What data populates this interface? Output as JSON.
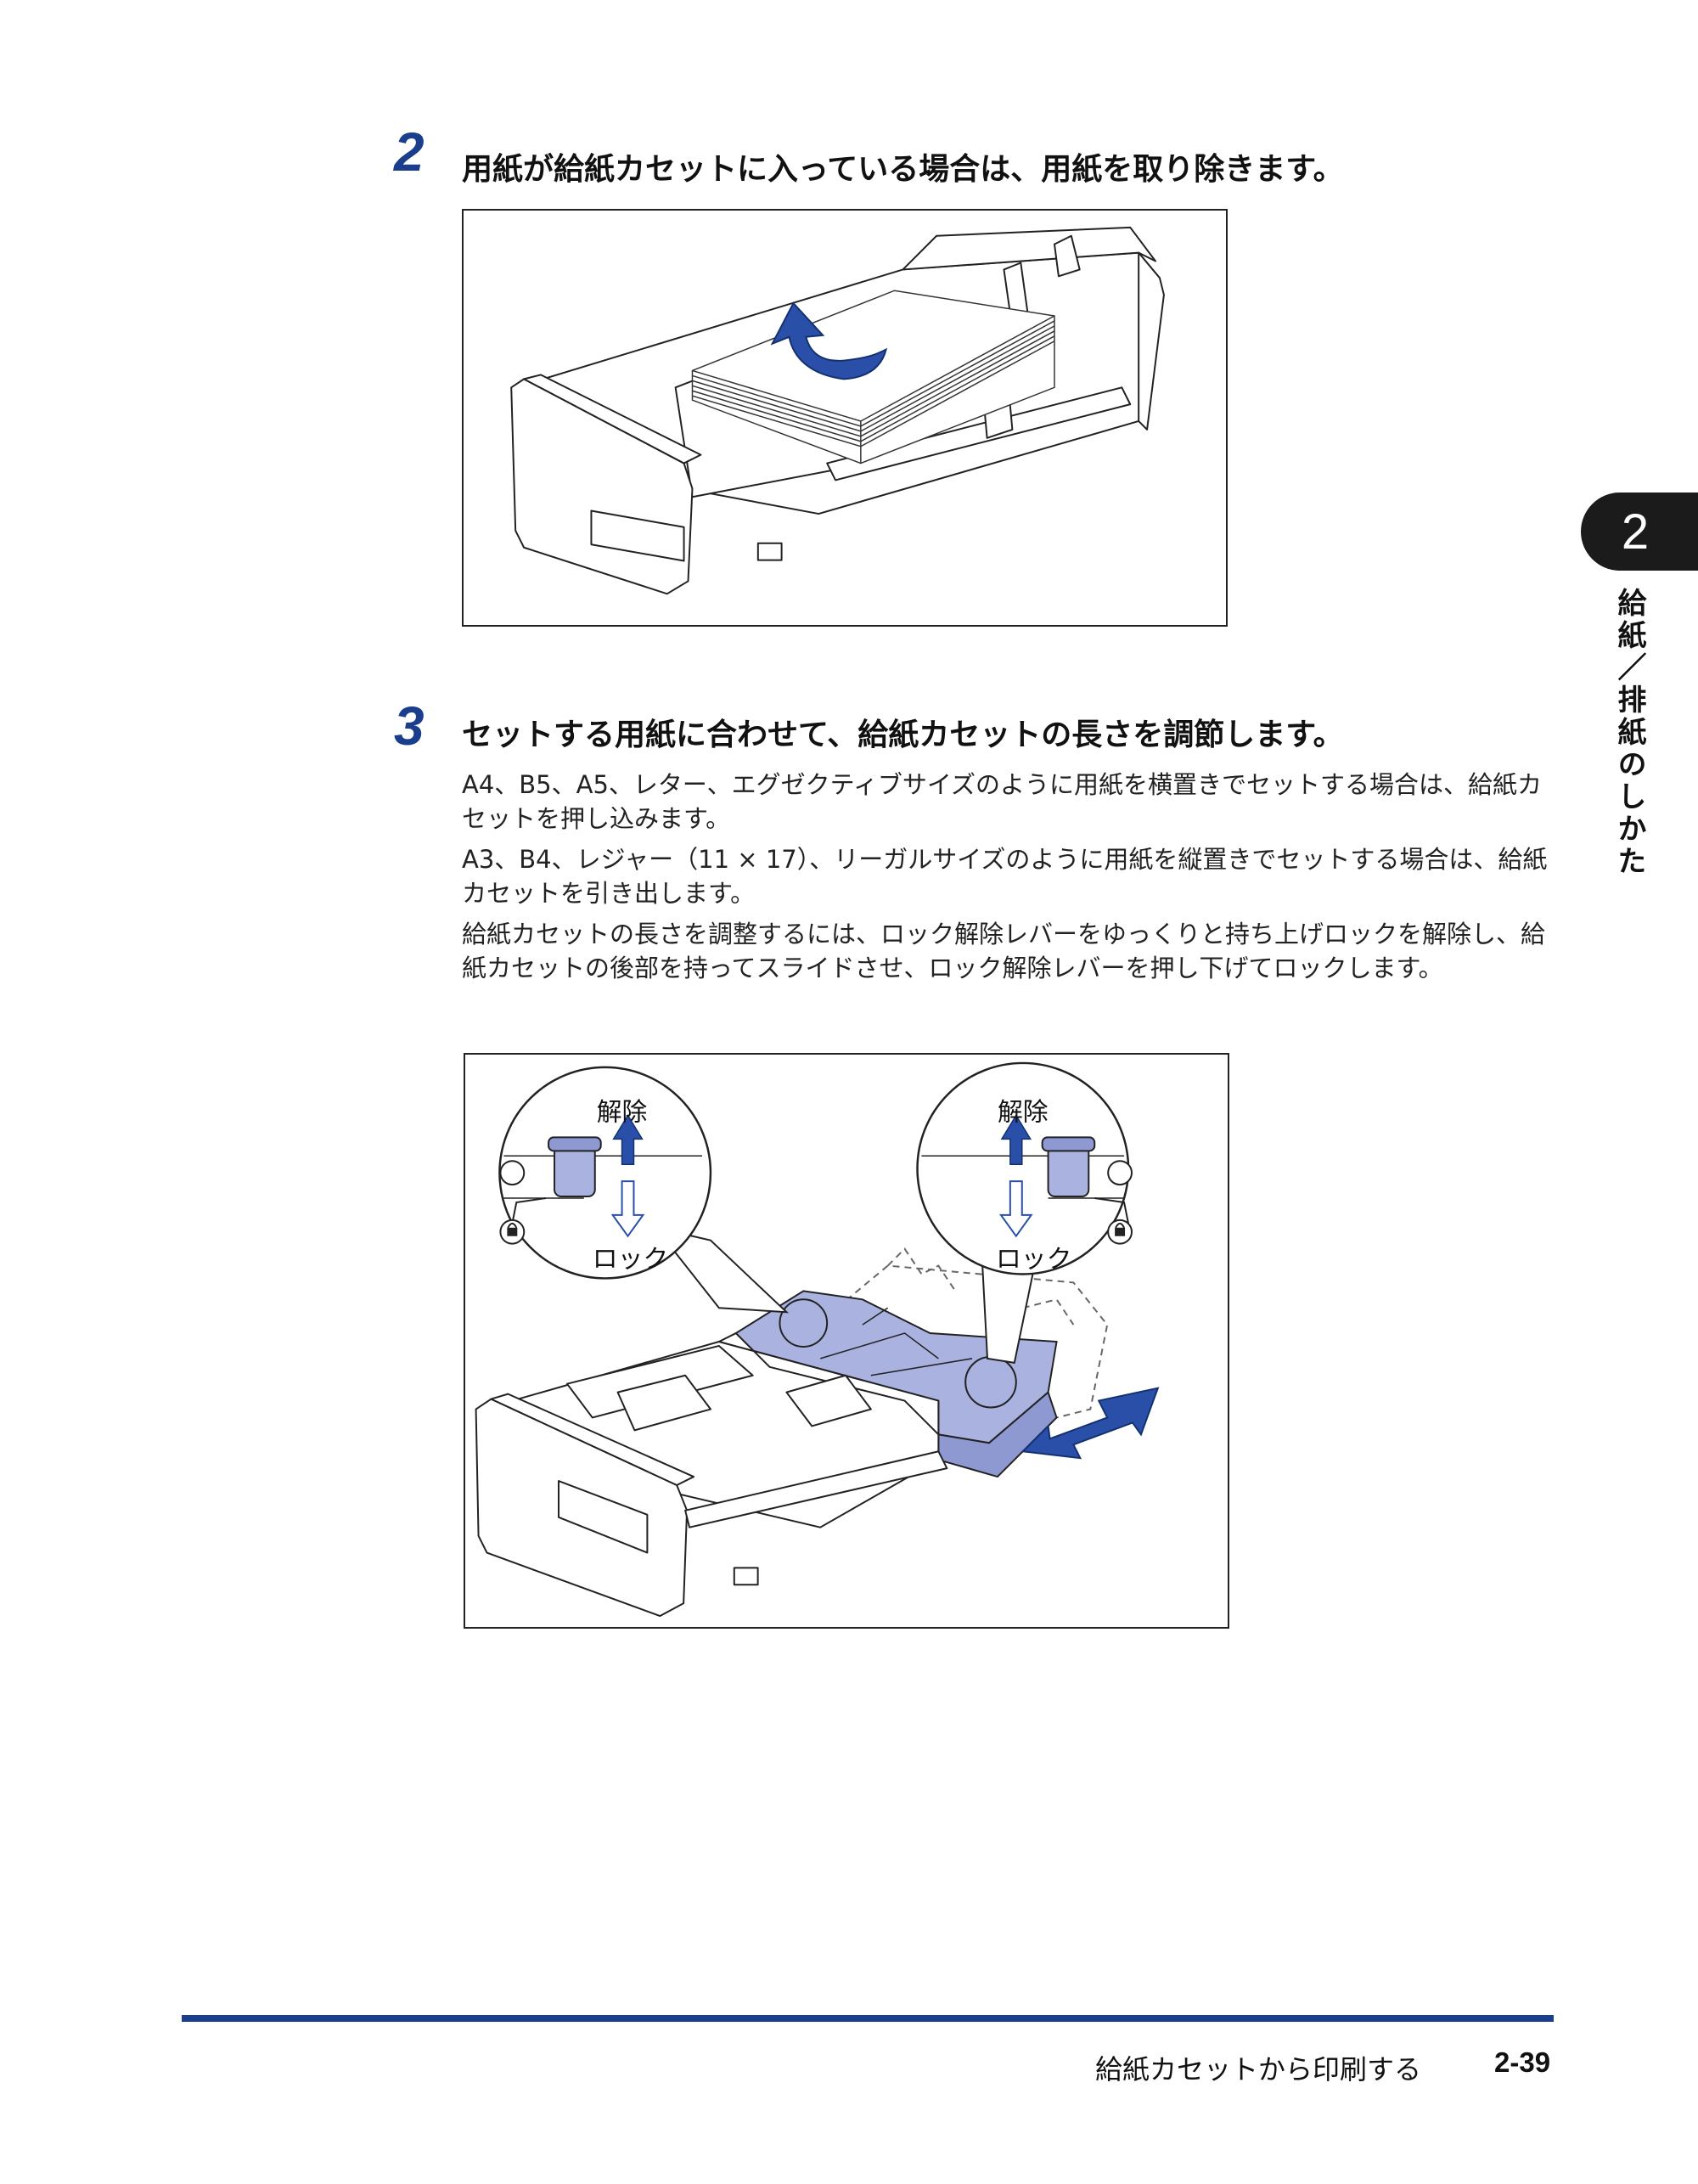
{
  "steps": [
    {
      "number": "2",
      "title": "用紙が給紙カセットに入っている場合は、用紙を取り除きます。"
    },
    {
      "number": "3",
      "title": "セットする用紙に合わせて、給紙カセットの長さを調節します。",
      "paragraphs": [
        "A4、B5、A5、レター、エグゼクティブサイズのように用紙を横置きでセットする場合は、給紙カセットを押し込みます。",
        "A3、B4、レジャー（11 × 17）、リーガルサイズのように用紙を縦置きでセットする場合は、給紙カセットを引き出します。",
        "給紙カセットの長さを調整するには、ロック解除レバーをゆっくりと持ち上げロックを解除し、給紙カセットの後部を持ってスライドさせ、ロック解除レバーを押し下げてロックします。"
      ]
    }
  ],
  "figure2": {
    "callout_left": {
      "top_label": "解除",
      "bottom_label": "ロック"
    },
    "callout_right": {
      "top_label": "解除",
      "bottom_label": "ロック"
    }
  },
  "sidebar": {
    "chapter_number": "2",
    "chapter_title": "給紙／排紙のしかた"
  },
  "footer": {
    "section_title": "給紙カセットから印刷する",
    "page_number": "2-39"
  },
  "colors": {
    "accent_blue": "#1a3e8c",
    "highlight_blue": "#aab3e0"
  }
}
